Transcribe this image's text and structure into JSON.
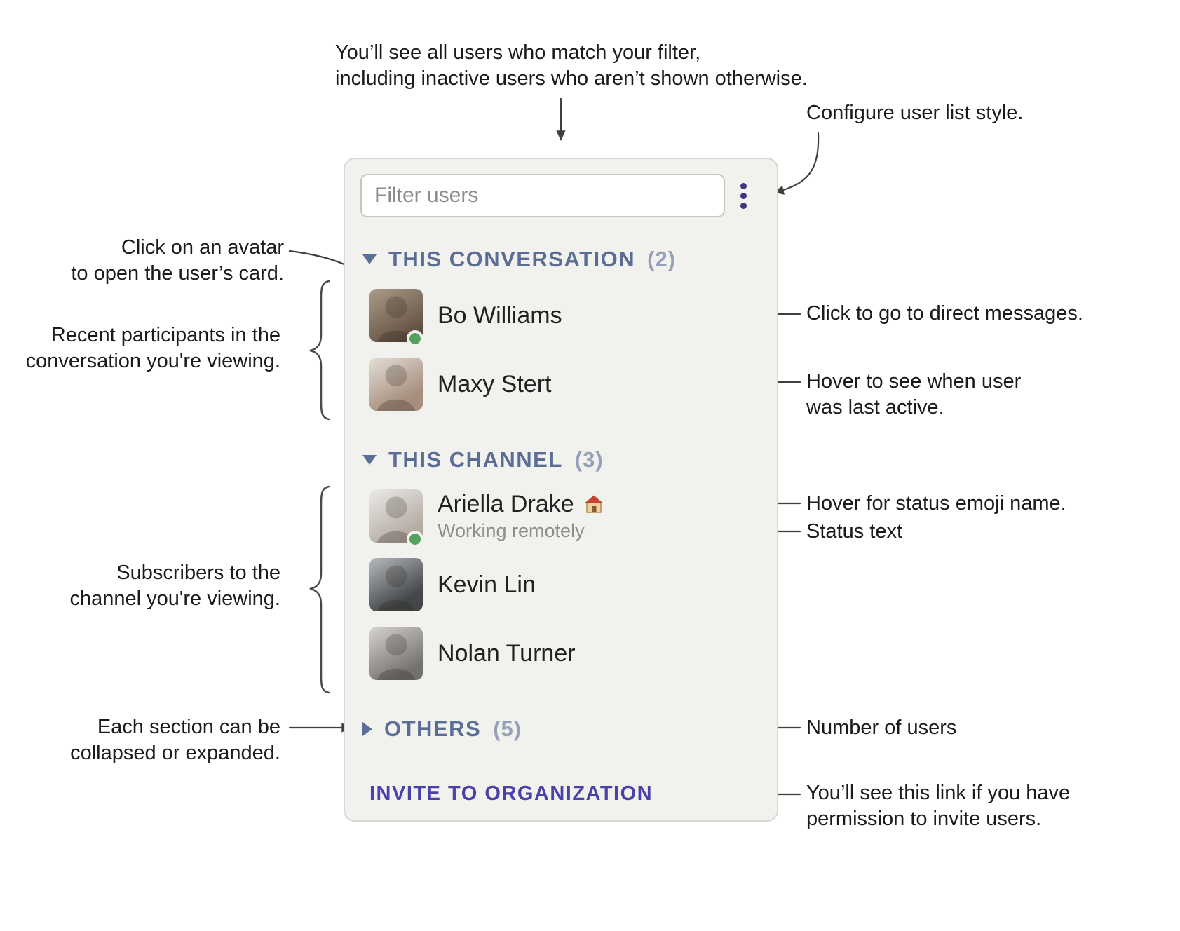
{
  "panel": {
    "filter_placeholder": "Filter users",
    "sections": [
      {
        "label": "THIS CONVERSATION",
        "count": "(2)",
        "collapsed": false,
        "users": [
          {
            "name": "Bo Williams",
            "online": true
          },
          {
            "name": "Maxy Stert",
            "online": false
          }
        ]
      },
      {
        "label": "THIS CHANNEL",
        "count": "(3)",
        "collapsed": false,
        "users": [
          {
            "name": "Ariella Drake",
            "status_emoji": "🏠",
            "status_text": "Working remotely",
            "online": true
          },
          {
            "name": "Kevin Lin",
            "online": false
          },
          {
            "name": "Nolan Turner",
            "online": false
          }
        ]
      },
      {
        "label": "OTHERS",
        "count": "(5)",
        "collapsed": true,
        "users": []
      }
    ],
    "invite_link": "INVITE TO ORGANIZATION"
  },
  "annotations": {
    "filter_note": "You’ll see all users who match your filter,\nincluding inactive users who aren’t shown otherwise.",
    "configure_note": "Configure user list style.",
    "avatar_note": "Click on an avatar\nto open the user’s card.",
    "recent_note": "Recent participants in the\nconversation you're viewing.",
    "dm_note": "Click to go to direct messages.",
    "last_active_note": "Hover to see when user\nwas last active.",
    "emoji_note": "Hover for status emoji name.",
    "status_text_note": "Status text",
    "subscribers_note": "Subscribers to the\nchannel you're viewing.",
    "collapse_note": "Each section can be\ncollapsed or expanded.",
    "count_note": "Number of users",
    "invite_note": "You’ll see this link if you have\npermission to invite users."
  },
  "icons": {
    "menu": "vertical-ellipsis-icon",
    "section_expanded": "triangle-down-icon",
    "section_collapsed": "triangle-right-icon",
    "ariella_status": "house-emoji"
  },
  "colors": {
    "section_header": "#5b6d94",
    "section_count": "#96a1b7",
    "invite_link": "#4b41a8",
    "presence_online": "#55a25f",
    "menu_dots": "#3d3781",
    "panel_bg": "#f1f1ee",
    "annotation_text": "#1b1b1b",
    "connector_line": "#3f3f3f"
  }
}
